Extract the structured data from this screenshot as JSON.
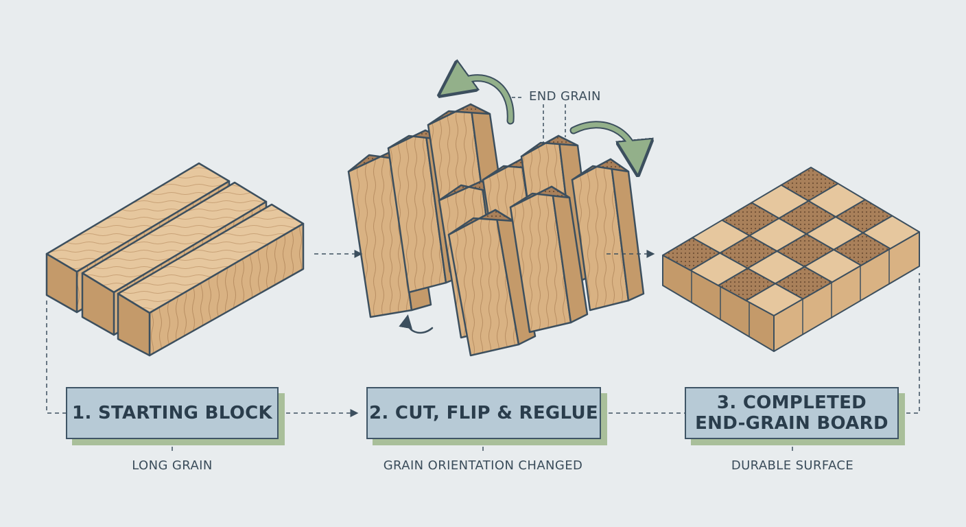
{
  "steps": [
    {
      "title": "1. STARTING BLOCK",
      "caption": "LONG GRAIN"
    },
    {
      "title": "2. CUT, FLIP & REGLUE",
      "caption": "GRAIN ORIENTATION CHANGED"
    },
    {
      "title_line1": "3. COMPLETED",
      "title_line2": "END-GRAIN BOARD",
      "caption": "DURABLE SURFACE"
    }
  ],
  "annotations": {
    "end_grain": "END GRAIN"
  },
  "colors": {
    "background": "#e8ecee",
    "wood_light": "#e6c79e",
    "wood_mid": "#d9b283",
    "wood_dark": "#c49a6a",
    "end_grain": "#a9805a",
    "outline": "#3c4f5e",
    "box_fill": "#b7cad6",
    "box_shadow": "#a9bf9a",
    "arrow": "#3c4f5e",
    "rotate_arrow": "#93b08a"
  }
}
